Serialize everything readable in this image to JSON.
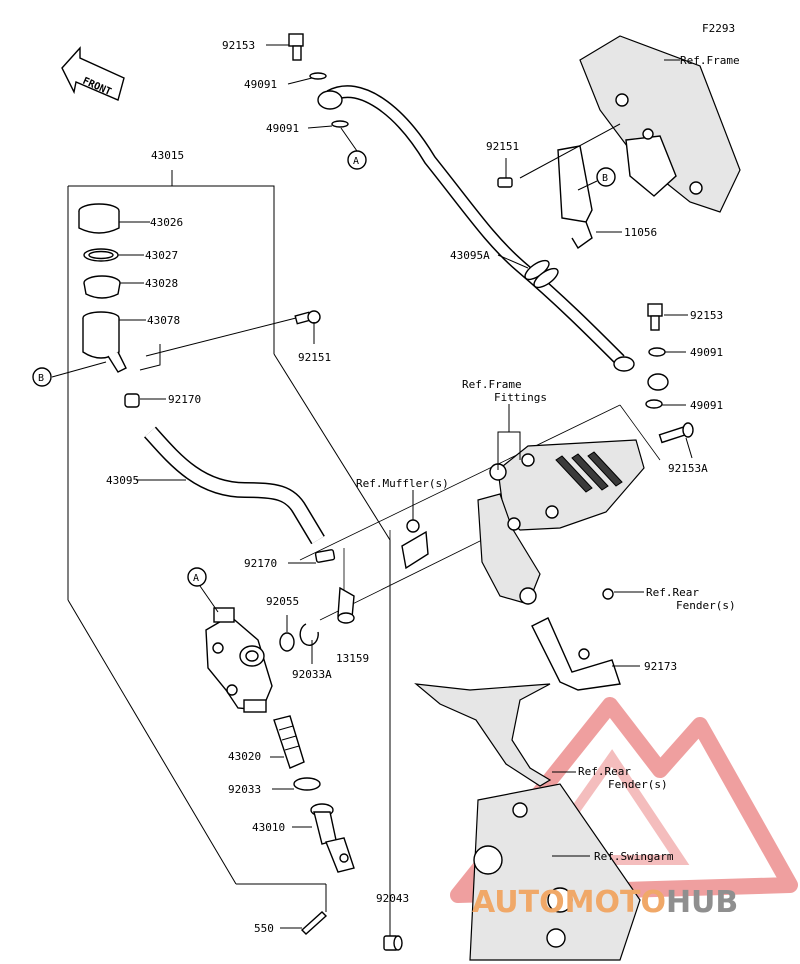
{
  "diagram_code": "F2293",
  "front_label": "FRONT",
  "labels": {
    "p92153_top": "92153",
    "p49091_a": "49091",
    "p49091_b": "49091",
    "p43015": "43015",
    "p43026": "43026",
    "p43027": "43027",
    "p43028": "43028",
    "p43078": "43078",
    "p92151_left": "92151",
    "p92170_upper": "92170",
    "p43095": "43095",
    "p92170_lower": "92170",
    "p92055": "92055",
    "p92033a": "92033A",
    "p13159": "13159",
    "p43020": "43020",
    "p92033": "92033",
    "p43010": "43010",
    "p550": "550",
    "p92043": "92043",
    "p92151_right": "92151",
    "p11056": "11056",
    "p43095a": "43095A",
    "p92153_right": "92153",
    "p49091_c": "49091",
    "p49091_d": "49091",
    "p92153a": "92153A",
    "p92173": "92173"
  },
  "references": {
    "frame_top": "Ref.Frame",
    "frame_fittings": "Ref.Frame\nFittings",
    "muffler": "Ref.Muffler(s)",
    "rear_fender_1": "Ref.Rear\nFender(s)",
    "rear_fender_2": "Ref.Rear\nFender(s)",
    "swingarm": "Ref.Swingarm"
  },
  "callouts": {
    "a_top": "A",
    "a_left": "A",
    "b_left": "B",
    "b_right": "B"
  },
  "watermark": {
    "part1": "AUTOMOTO",
    "part2": "HUB",
    "color1": "#f0a868",
    "color2": "#8f8f8f",
    "triangle_color": "#e35f5f"
  }
}
